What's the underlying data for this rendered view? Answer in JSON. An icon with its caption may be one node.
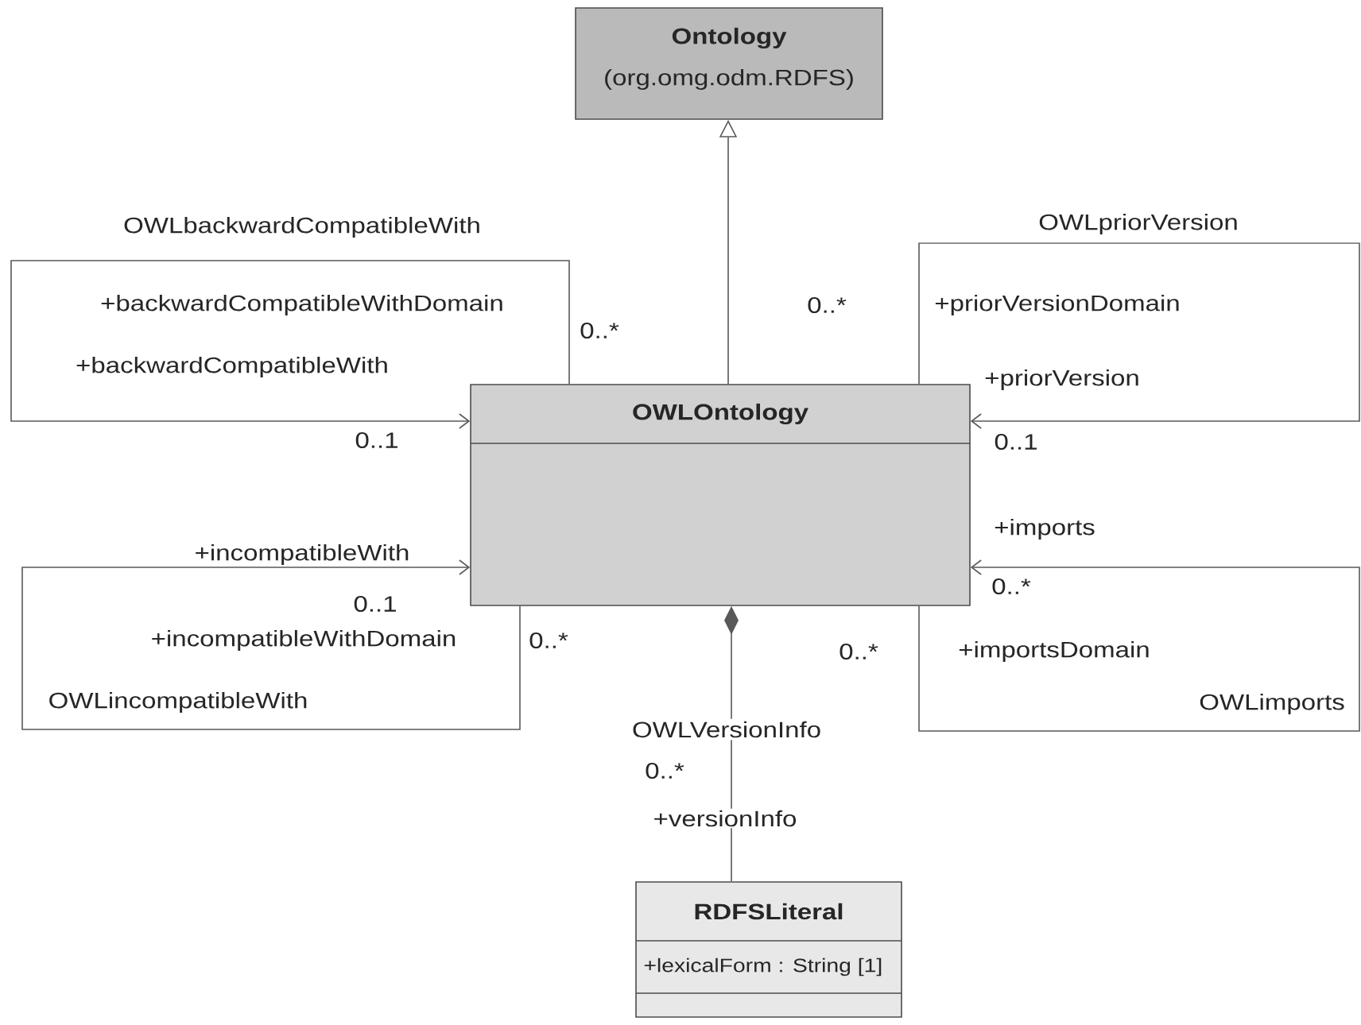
{
  "diagram": {
    "nodes": [
      {
        "text": [
          "Ontology",
          "(org.omg.odm.RDFS)"
        ]
      },
      {
        "text": [
          "OWLOntology"
        ]
      },
      {
        "text": [
          "RDFSLiteral",
          "+lexicalForm : String [1]"
        ]
      }
    ],
    "edges": [
      {
        "from": 1,
        "to": 0,
        "arrow": "to"
      },
      {
        "from": 1,
        "to": 1,
        "arrow": "to",
        "label": "OWLbackwardCompatibleWith"
      },
      {
        "from": 1,
        "to": 1,
        "arrow": "to",
        "label": "OWLpriorVersion"
      },
      {
        "from": 1,
        "to": 1,
        "arrow": "to",
        "label": "OWLincompatibleWith"
      },
      {
        "from": 1,
        "to": 1,
        "arrow": "to",
        "label": "OWLimports"
      },
      {
        "from": 1,
        "to": 2,
        "arrow": "other",
        "label": "OWLVersionInfo"
      }
    ],
    "labels": [
      "+backwardCompatibleWithDomain",
      "0..*",
      "0..*",
      "+priorVersionDomain",
      "+backwardCompatibleWith",
      "+priorVersion",
      "0..1",
      "0..1",
      "+imports",
      "+incompatibleWith",
      "0..*",
      "0..1",
      "+incompatibleWithDomain",
      "0..*",
      "0..*",
      "+importsDomain",
      "0..*",
      "+versionInfo"
    ]
  }
}
